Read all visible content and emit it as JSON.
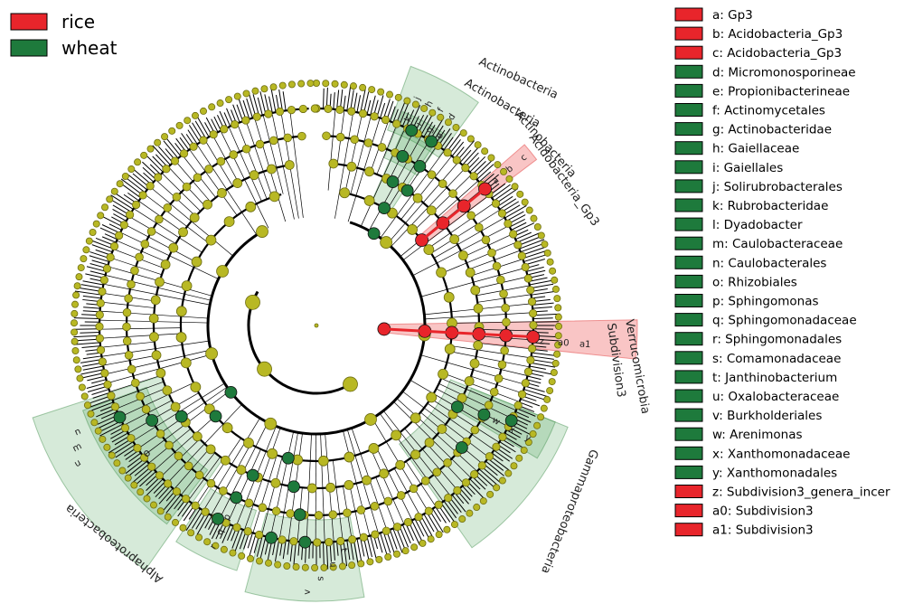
{
  "colors": {
    "rice": "#e8252b",
    "wheat": "#1e7a3c",
    "node": "#b8b824",
    "node_stroke": "#6d6d12",
    "rice_shade": "rgba(240,110,110,0.40)",
    "wheat_shade": "rgba(70,160,80,0.22)",
    "branch": "#000000"
  },
  "group_legend": [
    {
      "label": "rice",
      "color": "#e8252b"
    },
    {
      "label": "wheat",
      "color": "#1e7a3c"
    }
  ],
  "taxa_legend": [
    {
      "label": "a: Gp3",
      "group": "rice"
    },
    {
      "label": "b: Acidobacteria_Gp3",
      "group": "rice"
    },
    {
      "label": "c: Acidobacteria_Gp3",
      "group": "rice"
    },
    {
      "label": "d: Micromonosporineae",
      "group": "wheat"
    },
    {
      "label": "e: Propionibacterineae",
      "group": "wheat"
    },
    {
      "label": "f: Actinomycetales",
      "group": "wheat"
    },
    {
      "label": "g: Actinobacteridae",
      "group": "wheat"
    },
    {
      "label": "h: Gaiellaceae",
      "group": "wheat"
    },
    {
      "label": "i: Gaiellales",
      "group": "wheat"
    },
    {
      "label": "j: Solirubrobacterales",
      "group": "wheat"
    },
    {
      "label": "k: Rubrobacteridae",
      "group": "wheat"
    },
    {
      "label": "l: Dyadobacter",
      "group": "wheat"
    },
    {
      "label": "m: Caulobacteraceae",
      "group": "wheat"
    },
    {
      "label": "n: Caulobacterales",
      "group": "wheat"
    },
    {
      "label": "o: Rhizobiales",
      "group": "wheat"
    },
    {
      "label": "p: Sphingomonas",
      "group": "wheat"
    },
    {
      "label": "q: Sphingomonadaceae",
      "group": "wheat"
    },
    {
      "label": "r: Sphingomonadales",
      "group": "wheat"
    },
    {
      "label": "s: Comamonadaceae",
      "group": "wheat"
    },
    {
      "label": "t: Janthinobacterium",
      "group": "wheat"
    },
    {
      "label": "u: Oxalobacteraceae",
      "group": "wheat"
    },
    {
      "label": "v: Burkholderiales",
      "group": "wheat"
    },
    {
      "label": "w: Arenimonas",
      "group": "wheat"
    },
    {
      "label": "x: Xanthomonadaceae",
      "group": "wheat"
    },
    {
      "label": "y: Xanthomonadales",
      "group": "wheat"
    },
    {
      "label": "z: Subdivision3_genera_incer",
      "group": "rice"
    },
    {
      "label": "a0: Subdivision3",
      "group": "rice"
    },
    {
      "label": "a1: Subdivision3",
      "group": "rice"
    }
  ],
  "clade_labels": [
    "Actinobacteria",
    "Actinobacteria",
    "Actinobacteria",
    "Acidobacteria_Gp3",
    "Verrucomicrobia",
    "Subdivision3",
    "Gammaproteobacteria",
    "Alphaproteobacteria"
  ],
  "sector_letters": {
    "rice_gp3": [
      "a",
      "b",
      "c"
    ],
    "rice_verruco": [
      "z",
      "a0",
      "a1"
    ],
    "actino": [
      "k",
      "j",
      "i",
      "h",
      "g",
      "f",
      "e",
      "d"
    ],
    "alpha_left": [
      "u",
      "m",
      "n"
    ],
    "alpha_o": [
      "o"
    ],
    "alpha_sphingo": [
      "r",
      "q",
      "p"
    ],
    "alpha_burk": [
      "v",
      "s",
      "u",
      "t"
    ],
    "gamma": [
      "w",
      "x",
      "y"
    ]
  }
}
